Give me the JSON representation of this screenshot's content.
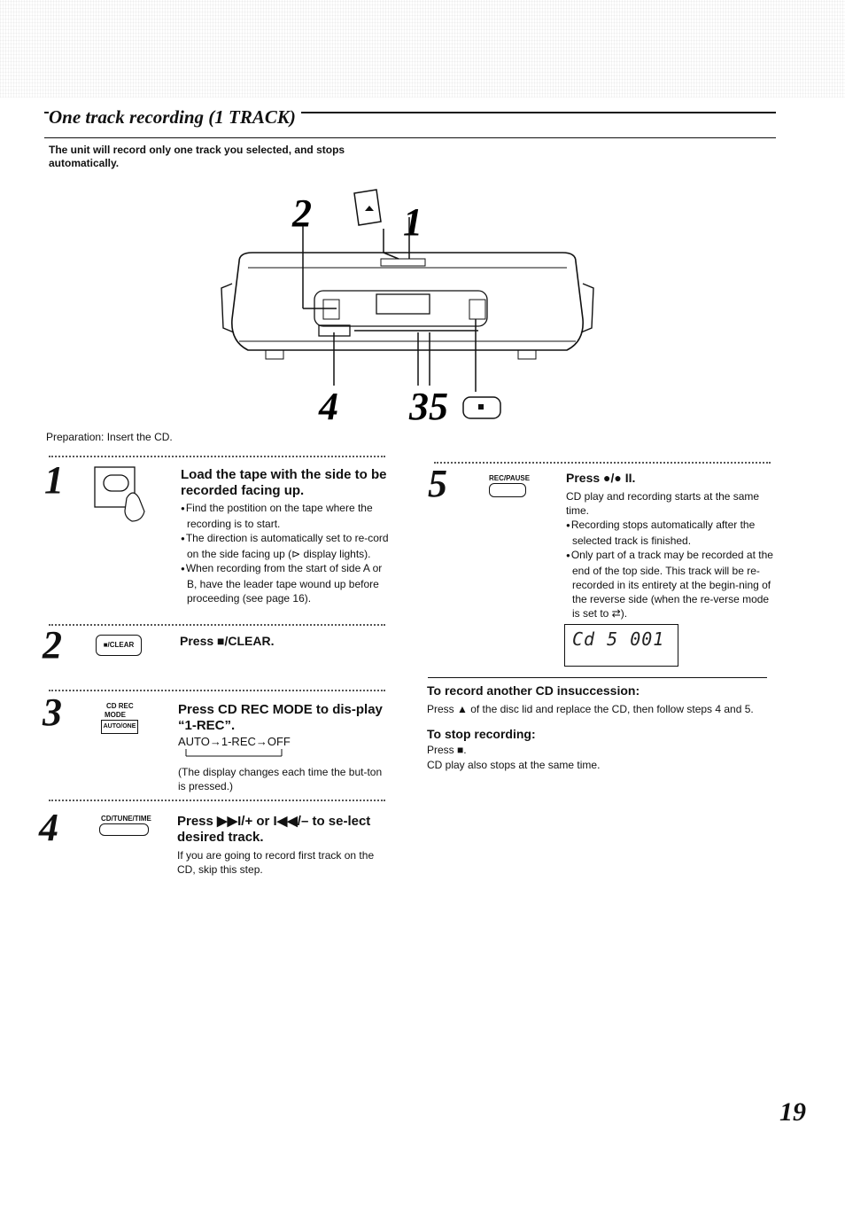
{
  "section": {
    "title": "One track recording (1 TRACK)",
    "intro": "The unit will record only one track you selected, and stops automatically.",
    "preparation": "Preparation: Insert the CD."
  },
  "diagram": {
    "callouts": {
      "top_left": "2",
      "top_right": "1",
      "bottom_left": "4",
      "bottom_right": "35"
    }
  },
  "steps": [
    {
      "num": "1",
      "heading": "Load the tape with the side to be recorded facing up.",
      "bullets": [
        "Find the postition on the tape where the recording is to start.",
        "The direction is automatically set to re-cord on the side facing up (⊳ display lights).",
        "When recording from the start of side A or B, have the leader tape wound up before proceeding (see page 16)."
      ]
    },
    {
      "num": "2",
      "icon_label": "■/CLEAR",
      "heading": "Press ■/CLEAR."
    },
    {
      "num": "3",
      "icon_label_top": "CD REC",
      "icon_label_mid": "MODE",
      "icon_label": "AUTO/ONE",
      "heading": "Press CD REC MODE to dis-play “1-REC”.",
      "sequence": "AUTO→1-REC→OFF",
      "note": "(The display changes each time the but-ton is pressed.)"
    },
    {
      "num": "4",
      "icon_label": "CD/TUNE/TIME",
      "heading": "Press ▶▶I/+ or I◀◀/– to se-lect desired track.",
      "note": "If you are going to record first track on the CD, skip this step."
    },
    {
      "num": "5",
      "icon_label": "REC/PAUSE",
      "heading": "Press ●/● II.",
      "intro": "CD play and recording starts at the same time.",
      "bullets": [
        "Recording stops automatically after the selected track is finished.",
        "Only part of a track may be recorded at the end of the top side. This track will be re-recorded in its entirety at the begin-ning of the reverse side (when the re-verse mode is set to ⇄)."
      ]
    }
  ],
  "display": {
    "text": "Cd 5  001"
  },
  "another": {
    "heading": "To record another CD insuccession:",
    "text": "Press ▲ of the disc lid and replace the CD, then follow steps 4 and 5."
  },
  "stop": {
    "heading": "To stop recording:",
    "line1": "Press ■.",
    "line2": "CD play also stops at the same time."
  },
  "page_number": "19"
}
